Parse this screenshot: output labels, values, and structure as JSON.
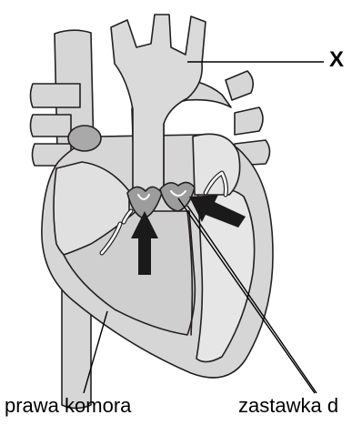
{
  "labels": {
    "x": "X",
    "right_ventricle": "prawa komora",
    "valve": "zastawka d"
  },
  "colors": {
    "outline": "#231f20",
    "vessel_fill": "#d6d6d6",
    "chamber_fill": "#e4e4e4",
    "ventricle_fill": "#cfcfcf",
    "vein_cap": "#a9a9a9",
    "arrow": "#1a1a1a",
    "background": "#ffffff"
  }
}
